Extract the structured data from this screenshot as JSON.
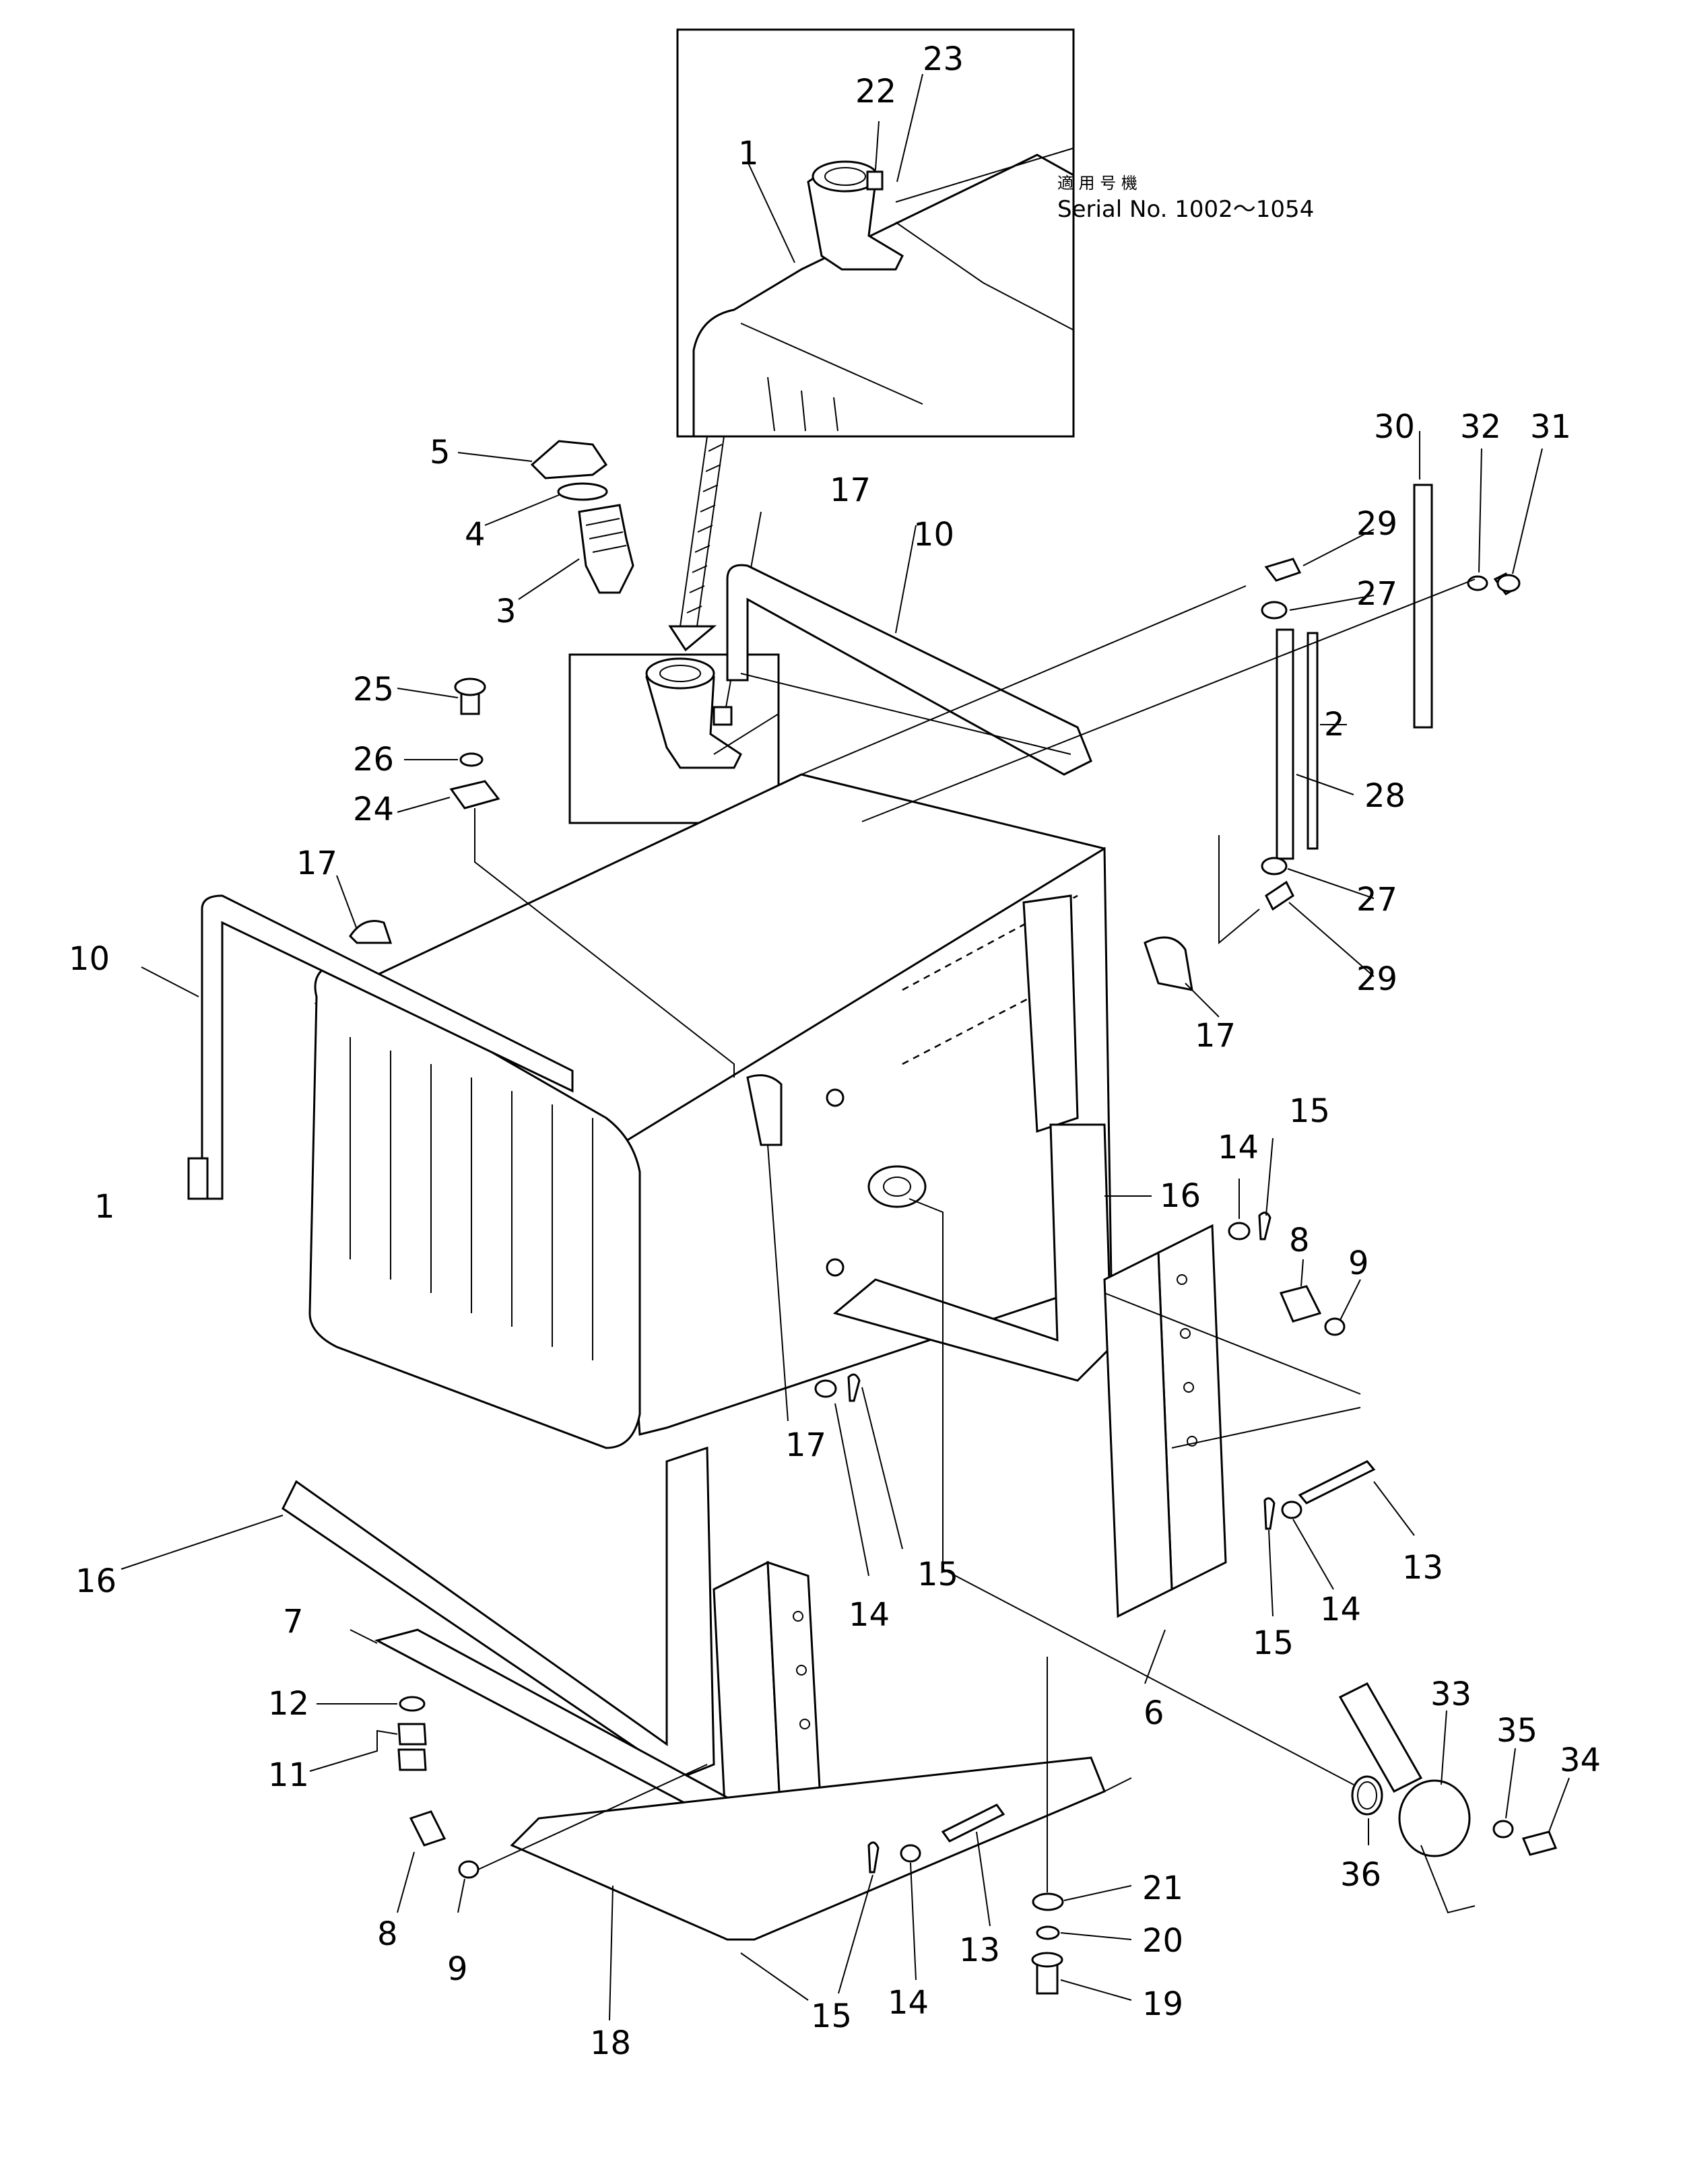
{
  "serial_note": {
    "japanese": "適 用 号 機",
    "english": "Serial No. 1002～1054"
  },
  "callouts": [
    {
      "id": "c23",
      "text": "23"
    },
    {
      "id": "c22",
      "text": "22"
    },
    {
      "id": "c1_inset",
      "text": "1"
    },
    {
      "id": "c30",
      "text": "30"
    },
    {
      "id": "c32",
      "text": "32"
    },
    {
      "id": "c31",
      "text": "31"
    },
    {
      "id": "c5",
      "text": "5"
    },
    {
      "id": "c4",
      "text": "4"
    },
    {
      "id": "c3",
      "text": "3"
    },
    {
      "id": "c17_top",
      "text": "17"
    },
    {
      "id": "c10_top",
      "text": "10"
    },
    {
      "id": "c29_top",
      "text": "29"
    },
    {
      "id": "c27_top",
      "text": "27"
    },
    {
      "id": "c25",
      "text": "25"
    },
    {
      "id": "c26",
      "text": "26"
    },
    {
      "id": "c24",
      "text": "24"
    },
    {
      "id": "c2",
      "text": "2"
    },
    {
      "id": "c28",
      "text": "28"
    },
    {
      "id": "c17_left",
      "text": "17"
    },
    {
      "id": "c27_bot",
      "text": "27"
    },
    {
      "id": "c10_left",
      "text": "10"
    },
    {
      "id": "c29_bot",
      "text": "29"
    },
    {
      "id": "c17_right",
      "text": "17"
    },
    {
      "id": "c15_a",
      "text": "15"
    },
    {
      "id": "c14_a",
      "text": "14"
    },
    {
      "id": "c16_right",
      "text": "16"
    },
    {
      "id": "c1_main",
      "text": "1"
    },
    {
      "id": "c8_right",
      "text": "8"
    },
    {
      "id": "c9_right",
      "text": "9"
    },
    {
      "id": "c17_bot",
      "text": "17"
    },
    {
      "id": "c16_left",
      "text": "16"
    },
    {
      "id": "c15_b",
      "text": "15"
    },
    {
      "id": "c14_b",
      "text": "14"
    },
    {
      "id": "c13_right",
      "text": "13"
    },
    {
      "id": "c15_c",
      "text": "15"
    },
    {
      "id": "c14_c",
      "text": "14"
    },
    {
      "id": "c7",
      "text": "7"
    },
    {
      "id": "c6",
      "text": "6"
    },
    {
      "id": "c33",
      "text": "33"
    },
    {
      "id": "c12",
      "text": "12"
    },
    {
      "id": "c11",
      "text": "11"
    },
    {
      "id": "c35",
      "text": "35"
    },
    {
      "id": "c34",
      "text": "34"
    },
    {
      "id": "c36",
      "text": "36"
    },
    {
      "id": "c21",
      "text": "21"
    },
    {
      "id": "c20",
      "text": "20"
    },
    {
      "id": "c8_left",
      "text": "8"
    },
    {
      "id": "c9_left",
      "text": "9"
    },
    {
      "id": "c13_bot",
      "text": "13"
    },
    {
      "id": "c15_d",
      "text": "15"
    },
    {
      "id": "c14_d",
      "text": "14"
    },
    {
      "id": "c19",
      "text": "19"
    },
    {
      "id": "c18",
      "text": "18"
    }
  ]
}
